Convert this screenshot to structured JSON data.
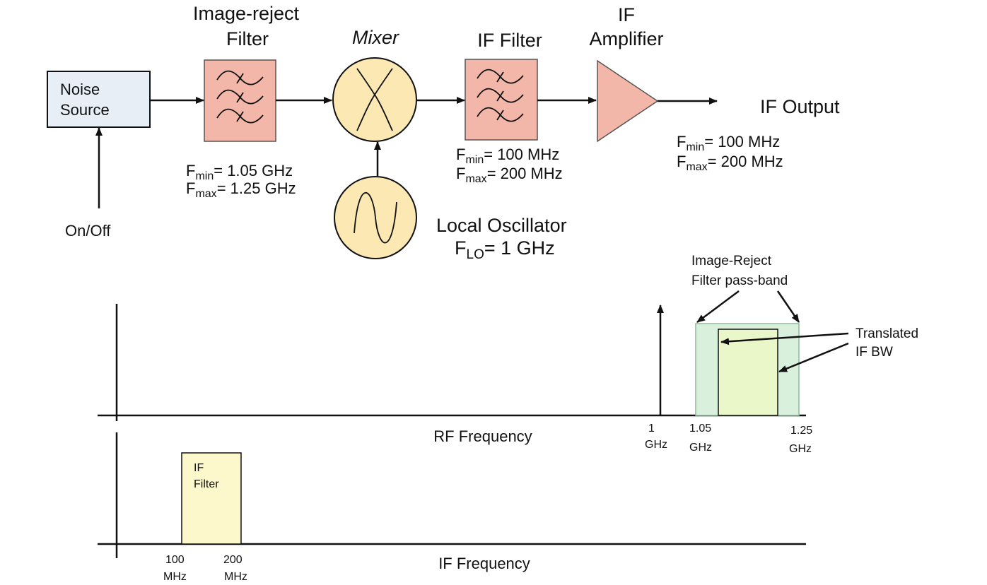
{
  "colors": {
    "filter_fill": "#f2b7a8",
    "mixer_fill": "#fbe8b3",
    "noise_fill": "#e8eef6",
    "passband_fill": "#d8f0dc",
    "translated_fill": "#eaf7c8",
    "if_band_fill": "#fdf8cc"
  },
  "blocks": {
    "noise_source": [
      "Noise",
      "Source"
    ],
    "on_off": "On/Off",
    "image_reject": {
      "title": [
        "Image-reject",
        "Filter"
      ],
      "fmin": {
        "prefix": "F",
        "sub": "min",
        "value": "= 1.05 GHz"
      },
      "fmax": {
        "prefix": "F",
        "sub": "max",
        "value": "= 1.25 GHz"
      }
    },
    "mixer": {
      "title": "Mixer"
    },
    "local_oscillator": {
      "title": "Local Oscillator",
      "flo": {
        "prefix": "F",
        "sub": "LO",
        "value": "= 1 GHz"
      }
    },
    "if_filter": {
      "title": "IF Filter",
      "fmin": {
        "prefix": "F",
        "sub": "min",
        "value": "= 100 MHz"
      },
      "fmax": {
        "prefix": "F",
        "sub": "max",
        "value": "= 200 MHz"
      }
    },
    "if_amplifier": {
      "title": [
        "IF",
        "Amplifier"
      ]
    },
    "if_output": {
      "title": "IF Output",
      "fmin": {
        "prefix": "F",
        "sub": "min",
        "value": "= 100 MHz"
      },
      "fmax": {
        "prefix": "F",
        "sub": "max",
        "value": "= 200 MHz"
      }
    }
  },
  "spectrum": {
    "rf_axis_label": "RF Frequency",
    "if_axis_label": "IF Frequency",
    "rf_ticks": [
      [
        "1",
        "GHz"
      ],
      [
        "1.05",
        "GHz"
      ],
      [
        "1.25",
        "GHz"
      ]
    ],
    "if_ticks": [
      [
        "100",
        "MHz"
      ],
      [
        "200",
        "MHz"
      ]
    ],
    "passband_label": [
      "Image-Reject",
      "Filter pass-band"
    ],
    "translated_label": [
      "Translated",
      "IF BW"
    ],
    "if_band_label": [
      "IF",
      "Filter"
    ]
  }
}
